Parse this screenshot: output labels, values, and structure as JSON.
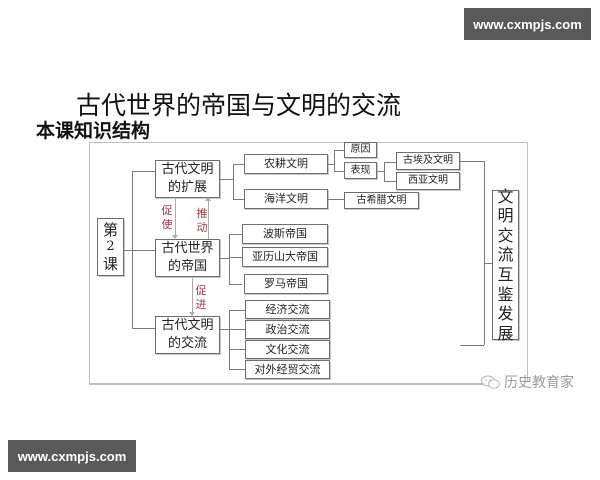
{
  "watermarks": {
    "top_right": "www.cxmpjs.com",
    "bottom_left": "www.cxmpjs.com",
    "wechat_source": "历史教育家",
    "wechat_icon": "wechat-icon"
  },
  "slide": {
    "title": "古代世界的帝国与文明的交流",
    "subtitle": "本课知识结构"
  },
  "diagram": {
    "root": {
      "lines": [
        "第",
        "2",
        "课"
      ]
    },
    "level1": [
      {
        "id": "expansion",
        "lines": [
          "古代文明",
          "的扩展"
        ]
      },
      {
        "id": "empires",
        "lines": [
          "古代世界",
          "的帝国"
        ]
      },
      {
        "id": "exchange",
        "lines": [
          "古代文明",
          "的交流"
        ]
      }
    ],
    "relations": [
      {
        "label": "促使",
        "from": "古代文明的扩展",
        "to": "古代世界的帝国",
        "direction": "down"
      },
      {
        "label": "推动",
        "from": "古代世界的帝国",
        "to": "古代文明的扩展",
        "direction": "up"
      },
      {
        "label": "促进",
        "from": "古代世界的帝国",
        "to": "古代文明的交流",
        "direction": "down"
      }
    ],
    "expansion_children": [
      {
        "label": "农耕文明",
        "children": [
          {
            "label": "原因"
          },
          {
            "label": "表现",
            "children": [
              {
                "label": "古埃及文明"
              },
              {
                "label": "西亚文明"
              }
            ]
          }
        ]
      },
      {
        "label": "海洋文明",
        "children": [
          {
            "label": "古希腊文明"
          }
        ]
      }
    ],
    "empire_children": [
      "波斯帝国",
      "亚历山大帝国",
      "罗马帝国"
    ],
    "exchange_children": [
      "经济交流",
      "政治交流",
      "文化交流",
      "对外经贸交流"
    ],
    "conclusion": {
      "lines": [
        "文",
        "明",
        "交",
        "流",
        "互",
        "鉴",
        "发",
        "展"
      ]
    }
  }
}
